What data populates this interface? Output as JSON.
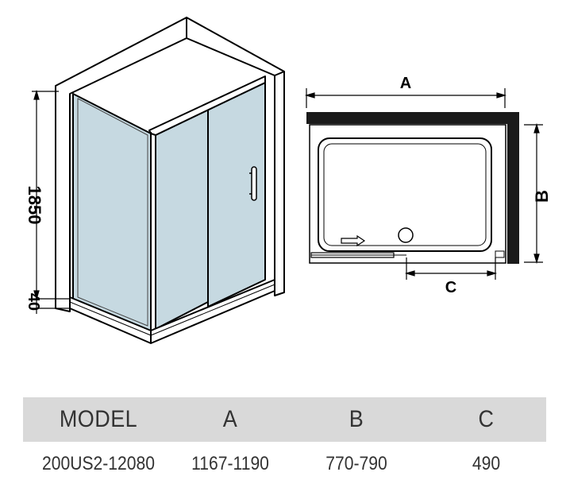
{
  "figure": {
    "height_dim": "1850",
    "base_dim": "40",
    "dim_a": "A",
    "dim_b": "B",
    "dim_c": "C",
    "colors": {
      "glass": "#c6d9e1",
      "wall": "#1a1a1a",
      "header_bg": "#d9d9d9",
      "table_text": "#333333"
    },
    "icons": [
      "flow-arrow-icon",
      "drain-icon",
      "door-handle-icon"
    ]
  },
  "table": {
    "headers": [
      "MODEL",
      "A",
      "B",
      "C"
    ],
    "rows": [
      [
        "200US2-12080",
        "1167-1190",
        "770-790",
        "490"
      ]
    ]
  }
}
